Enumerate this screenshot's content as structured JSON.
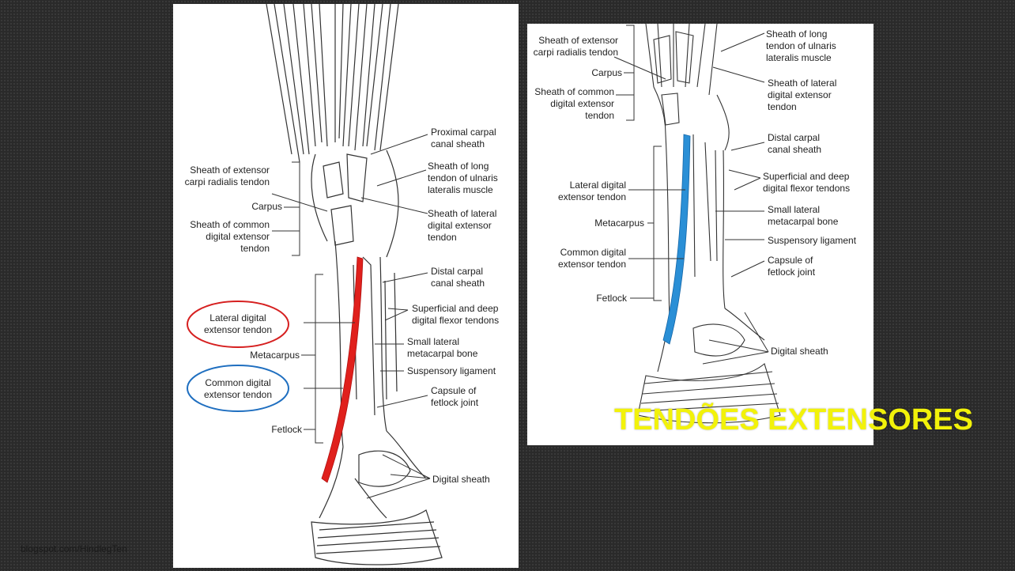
{
  "source_caption": "blogspot.com/HindlegTen",
  "title": "TENDÕES EXTENSORES",
  "left_figure": {
    "labels": {
      "proximal_carpal_canal_sheath": [
        "Proximal carpal",
        "canal sheath"
      ],
      "sheath_extensor_carpi_radialis": [
        "Sheath of extensor",
        "carpi radialis tendon"
      ],
      "sheath_long_tendon_ulnaris": [
        "Sheath of long",
        "tendon of ulnaris",
        "lateralis muscle"
      ],
      "carpus": "Carpus",
      "sheath_lateral_digital_extensor": [
        "Sheath of lateral",
        "digital extensor",
        "tendon"
      ],
      "sheath_common_digital_extensor": [
        "Sheath of common",
        "digital extensor",
        "tendon"
      ],
      "distal_carpal_canal_sheath": [
        "Distal carpal",
        "canal sheath"
      ],
      "lateral_digital_extensor_tendon": [
        "Lateral digital",
        "extensor tendon"
      ],
      "superficial_deep_flexor": [
        "Superficial and deep",
        "digital flexor tendons"
      ],
      "metacarpus": "Metacarpus",
      "small_lateral_metacarpal": [
        "Small lateral",
        "metacarpal bone"
      ],
      "suspensory_ligament": "Suspensory ligament",
      "common_digital_extensor_tendon": [
        "Common digital",
        "extensor tendon"
      ],
      "capsule_fetlock": [
        "Capsule of",
        "fetlock joint"
      ],
      "fetlock": "Fetlock",
      "digital_sheath": "Digital sheath"
    },
    "highlight_color": "#e0201c",
    "circle_colors": {
      "lateral": "#d62020",
      "common": "#1f6fc0"
    }
  },
  "right_figure": {
    "labels": {
      "sheath_extensor_carpi_radialis": [
        "Sheath of extensor",
        "carpi radialis tendon"
      ],
      "sheath_long_tendon_ulnaris": [
        "Sheath of long",
        "tendon of ulnaris",
        "lateralis muscle"
      ],
      "carpus": "Carpus",
      "sheath_lateral_digital_extensor": [
        "Sheath of lateral",
        "digital extensor",
        "tendon"
      ],
      "sheath_common_digital_extensor": [
        "Sheath of common",
        "digital extensor",
        "tendon"
      ],
      "distal_carpal_canal_sheath": [
        "Distal carpal",
        "canal sheath"
      ],
      "lateral_digital_extensor_tendon": [
        "Lateral digital",
        "extensor tendon"
      ],
      "superficial_deep_flexor": [
        "Superficial and deep",
        "digital flexor tendons"
      ],
      "small_lateral_metacarpal": [
        "Small lateral",
        "metacarpal bone"
      ],
      "metacarpus": "Metacarpus",
      "suspensory_ligament": "Suspensory ligament",
      "common_digital_extensor_tendon": [
        "Common digital",
        "extensor tendon"
      ],
      "capsule_fetlock": [
        "Capsule of",
        "fetlock joint"
      ],
      "fetlock": "Fetlock",
      "digital_sheath": "Digital sheath"
    },
    "highlight_color": "#2a8fd6"
  },
  "colors": {
    "title": "#f2f20a",
    "background": "#2a2a2a"
  }
}
